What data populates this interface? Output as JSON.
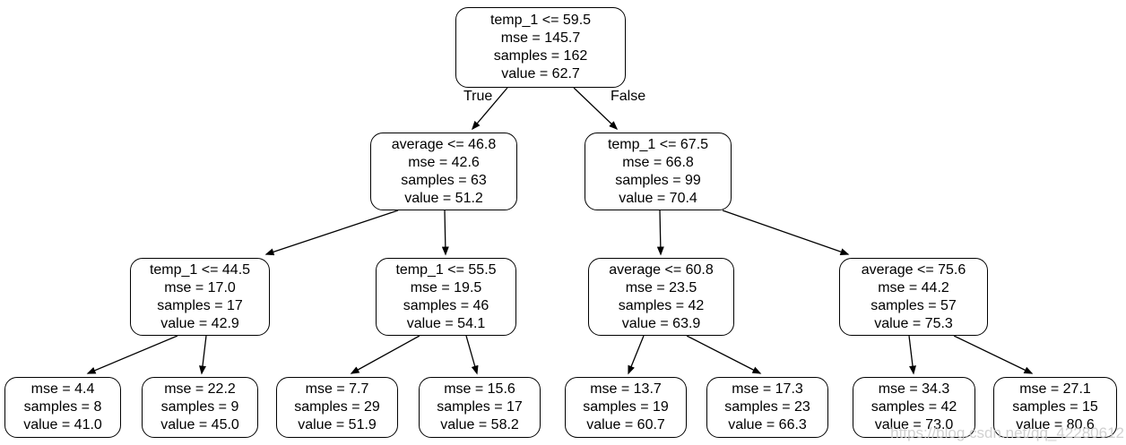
{
  "diagram": {
    "type": "decision-tree-regressor",
    "edge_labels": {
      "true_label": "True",
      "false_label": "False"
    },
    "nodes": {
      "root": {
        "lines": [
          "temp_1 <= 59.5",
          "mse = 145.7",
          "samples = 162",
          "value = 62.7"
        ]
      },
      "l": {
        "lines": [
          "average <= 46.8",
          "mse = 42.6",
          "samples = 63",
          "value = 51.2"
        ]
      },
      "r": {
        "lines": [
          "temp_1 <= 67.5",
          "mse = 66.8",
          "samples = 99",
          "value = 70.4"
        ]
      },
      "ll": {
        "lines": [
          "temp_1 <= 44.5",
          "mse = 17.0",
          "samples = 17",
          "value = 42.9"
        ]
      },
      "lr": {
        "lines": [
          "temp_1 <= 55.5",
          "mse = 19.5",
          "samples = 46",
          "value = 54.1"
        ]
      },
      "rl": {
        "lines": [
          "average <= 60.8",
          "mse = 23.5",
          "samples = 42",
          "value = 63.9"
        ]
      },
      "rr": {
        "lines": [
          "average <= 75.6",
          "mse = 44.2",
          "samples = 57",
          "value = 75.3"
        ]
      },
      "lll": {
        "lines": [
          "mse = 4.4",
          "samples = 8",
          "value = 41.0"
        ]
      },
      "llr": {
        "lines": [
          "mse = 22.2",
          "samples = 9",
          "value = 45.0"
        ]
      },
      "lrl": {
        "lines": [
          "mse = 7.7",
          "samples = 29",
          "value = 51.9"
        ]
      },
      "lrr": {
        "lines": [
          "mse = 15.6",
          "samples = 17",
          "value = 58.2"
        ]
      },
      "rll": {
        "lines": [
          "mse = 13.7",
          "samples = 19",
          "value = 60.7"
        ]
      },
      "rlr": {
        "lines": [
          "mse = 17.3",
          "samples = 23",
          "value = 66.3"
        ]
      },
      "rrl": {
        "lines": [
          "mse = 34.3",
          "samples = 42",
          "value = 73.0"
        ]
      },
      "rrr": {
        "lines": [
          "mse = 27.1",
          "samples = 15",
          "value = 80.6"
        ]
      }
    },
    "colors": {
      "node_border": "#000000",
      "edge": "#000000",
      "text": "#000000",
      "background": "#ffffff",
      "watermark": "#c9c9c9"
    },
    "watermark_text": "https://blog.csdn.net/qq_42280612"
  }
}
